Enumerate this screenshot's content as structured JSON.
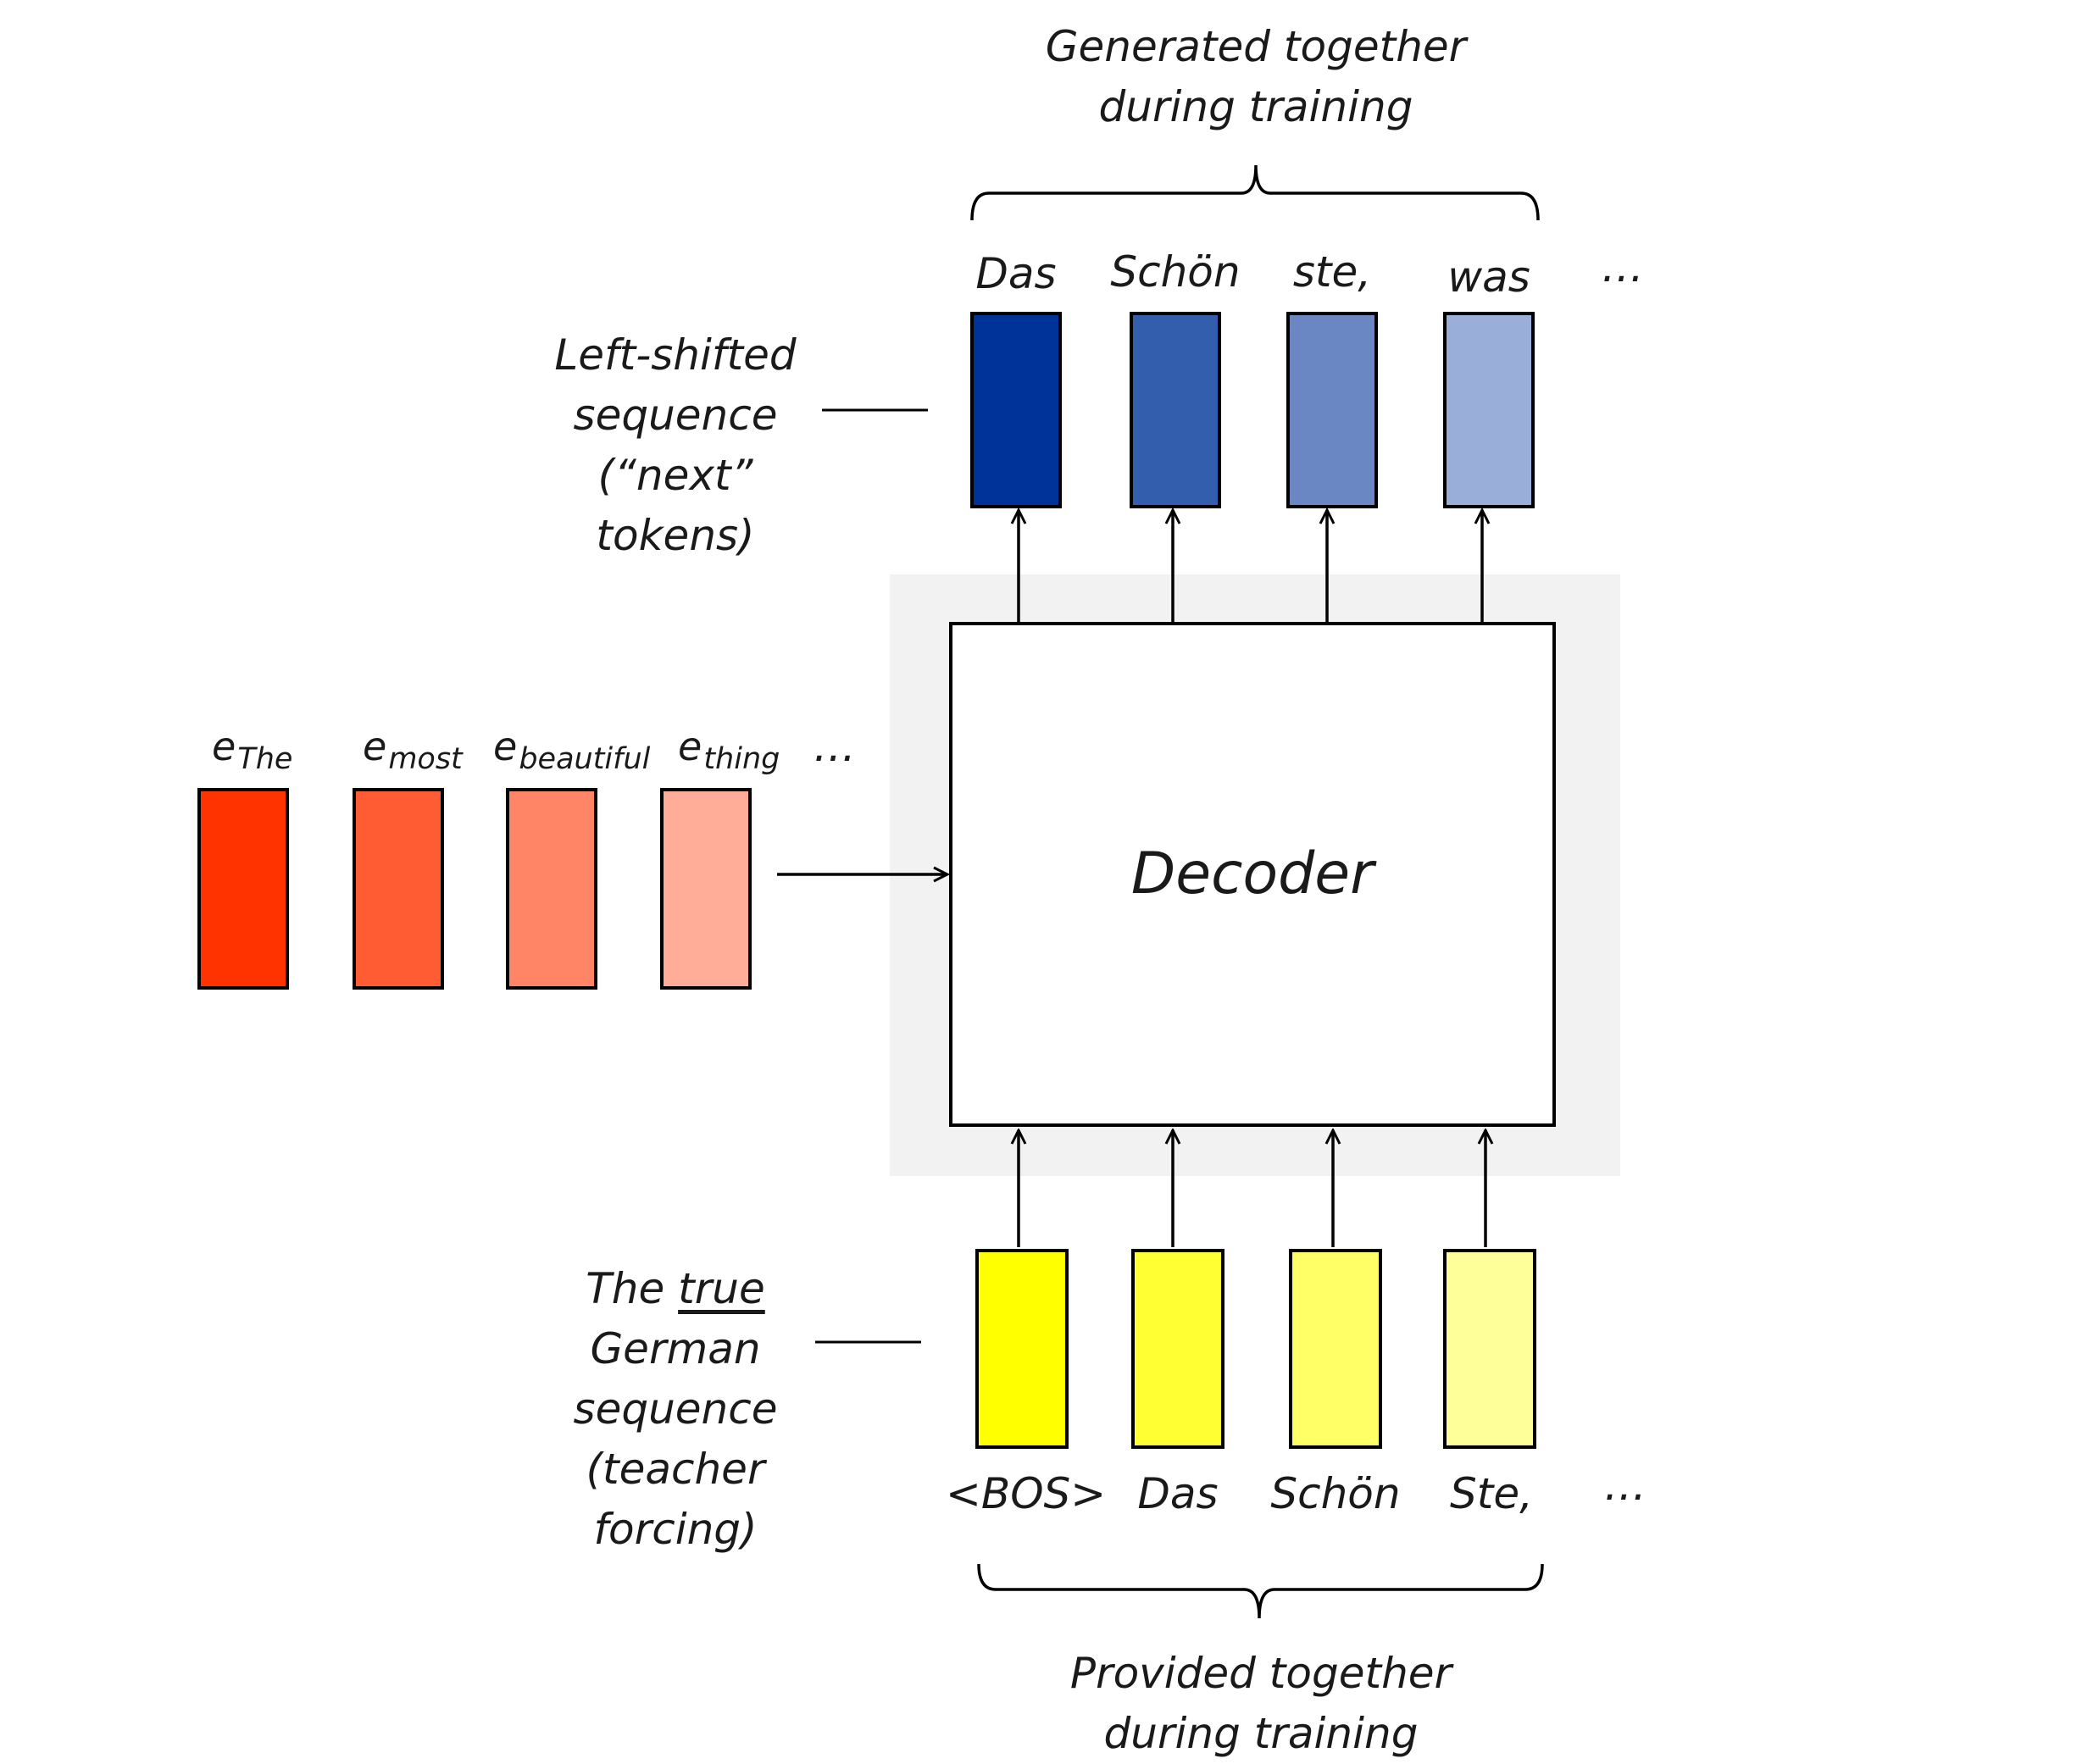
{
  "top_note": {
    "line1": "Generated together",
    "line2": "during training"
  },
  "bottom_note": {
    "line1": "Provided together",
    "line2": "during training"
  },
  "left_shifted_note": {
    "line1": "Left-shifted",
    "line2": "sequence",
    "line3": "(“next”",
    "line4": "tokens)"
  },
  "teacher_note": {
    "line1_pre": "The ",
    "line1_underlined": "true",
    "line2": "German",
    "line3": "sequence",
    "line4": "(teacher",
    "line5": "forcing)"
  },
  "decoder": {
    "label": "Decoder"
  },
  "output_tokens": [
    {
      "label": "Das",
      "color": "#003399"
    },
    {
      "label": "Schön",
      "color": "#335EAD"
    },
    {
      "label": "ste,",
      "color": "#6A87C4"
    },
    {
      "label": "was",
      "color": "#99AED8"
    }
  ],
  "output_ellipsis": "…",
  "input_tokens": [
    {
      "label": "<BOS>",
      "color": "#FFFF00"
    },
    {
      "label": "Das",
      "color": "#FFFF33"
    },
    {
      "label": "Schön",
      "color": "#FFFF66"
    },
    {
      "label": "Ste,",
      "color": "#FFFF99"
    }
  ],
  "input_ellipsis": "…",
  "encoder_embeddings": [
    {
      "base": "e",
      "sub": "The",
      "color": "#FF3300"
    },
    {
      "base": "e",
      "sub": "most",
      "color": "#FF5C33"
    },
    {
      "base": "e",
      "sub": "beautiful",
      "color": "#FF8566"
    },
    {
      "base": "e",
      "sub": "thing",
      "color": "#FFAD99"
    }
  ],
  "encoder_ellipsis": "…",
  "colors": {
    "decoder_shadow": "#F2F2F2",
    "stroke": "#000000"
  }
}
